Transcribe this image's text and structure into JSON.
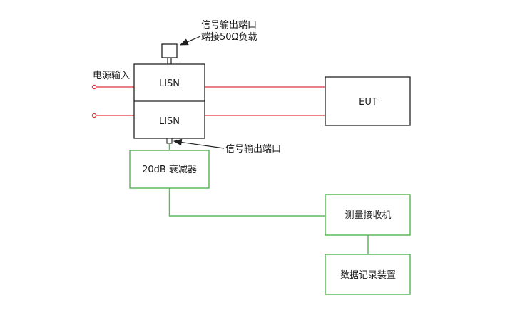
{
  "diagram": {
    "blocks": {
      "lisn_top": "LISN",
      "lisn_bottom": "LISN",
      "eut": "EUT",
      "attenuator": "20dB 衰减器",
      "receiver": "测量接收机",
      "recorder": "数据记录装置"
    },
    "labels": {
      "power_input": "电源输入",
      "top_port_line1": "信号输出端口",
      "top_port_line2": "端接50Ω负载",
      "bottom_port": "信号输出端口"
    },
    "colors": {
      "power_line": "#d9363e",
      "signal_line": "#5cb85c",
      "block_border": "#222222"
    }
  }
}
